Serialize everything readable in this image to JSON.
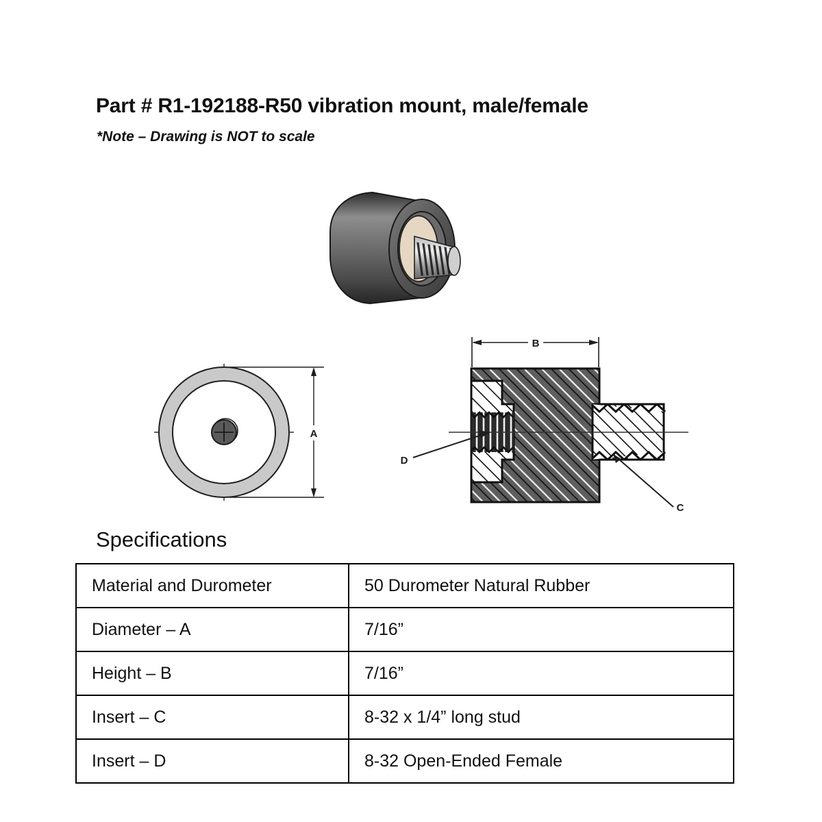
{
  "document": {
    "title": "Part # R1-192188-R50 vibration mount, male/female",
    "note": "*Note – Drawing is NOT to scale",
    "spec_heading": "Specifications"
  },
  "drawings": {
    "iso_view": {
      "name": "isometric-render",
      "rubber_body_color": "#4a4a4a",
      "insert_face_color": "#e6d7c3",
      "stud_color": "#c9c9c9"
    },
    "end_view": {
      "name": "end-view",
      "dimension_label": "A",
      "outer_ring_color": "#c9c9c9",
      "hub_color": "#5a5a5a"
    },
    "section_view": {
      "name": "cross-section-view",
      "dimension_label": "B",
      "leader_label_male": "C",
      "leader_label_female": "D",
      "body_fill_color": "#5e5e5e"
    }
  },
  "specifications": {
    "rows": [
      {
        "label": "Material and Durometer",
        "value": "50 Durometer Natural Rubber"
      },
      {
        "label": "Diameter – A",
        "value": "7/16”"
      },
      {
        "label": "Height – B",
        "value": "7/16”"
      },
      {
        "label": "Insert – C",
        "value": "8-32 x 1/4” long stud"
      },
      {
        "label": "Insert – D",
        "value": "8-32 Open-Ended Female"
      }
    ]
  }
}
